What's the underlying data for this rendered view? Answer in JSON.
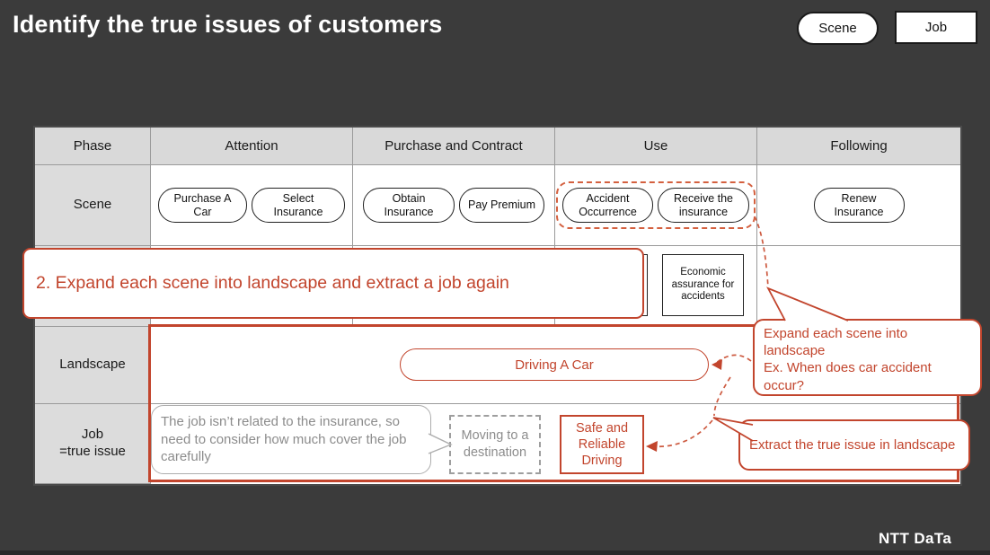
{
  "title": "Identify the true issues of customers",
  "legend": {
    "scene_label": "Scene",
    "job_label": "Job"
  },
  "colors": {
    "background": "#3B3B3B",
    "accent_red": "#C2452D",
    "dashed_orange": "#D4603F",
    "gray_text": "#8C8C8C",
    "cell_gray": "#D9D9D9"
  },
  "table": {
    "headers": [
      "Phase",
      "Attention",
      "Purchase and Contract",
      "Use",
      "Following"
    ],
    "row_labels": {
      "scene": "Scene",
      "landscape": "Landscape",
      "job_line1": "Job",
      "job_line2": "=true issue"
    },
    "scene_pills": {
      "attention": [
        "Purchase A Car",
        "Select Insurance"
      ],
      "purchase_and_contract": [
        "Obtain Insurance",
        "Pay Premium"
      ],
      "use": [
        "Accident Occurrence",
        "Receive the insurance"
      ],
      "following": [
        "Renew Insurance"
      ]
    },
    "step1_job_row": {
      "economic_box": "Economic assurance for accidents"
    },
    "landscape_row": {
      "driving_pill": "Driving A Car"
    },
    "job_row": {
      "speech_bubble": "The job isn’t related to the insurance, so need to consider how much cover the job carefully",
      "moving_box": "Moving to a destination",
      "safe_box": "Safe and Reliable Driving"
    }
  },
  "banner": {
    "text": "2. Expand each scene into landscape and extract a job again"
  },
  "callouts": {
    "expand": {
      "line1": "Expand each scene into landscape",
      "line2": "Ex. When does car accident occur?"
    },
    "extract": {
      "text": "Extract the true issue in landscape"
    }
  },
  "footer": {
    "logo": "NTT DaTa"
  }
}
